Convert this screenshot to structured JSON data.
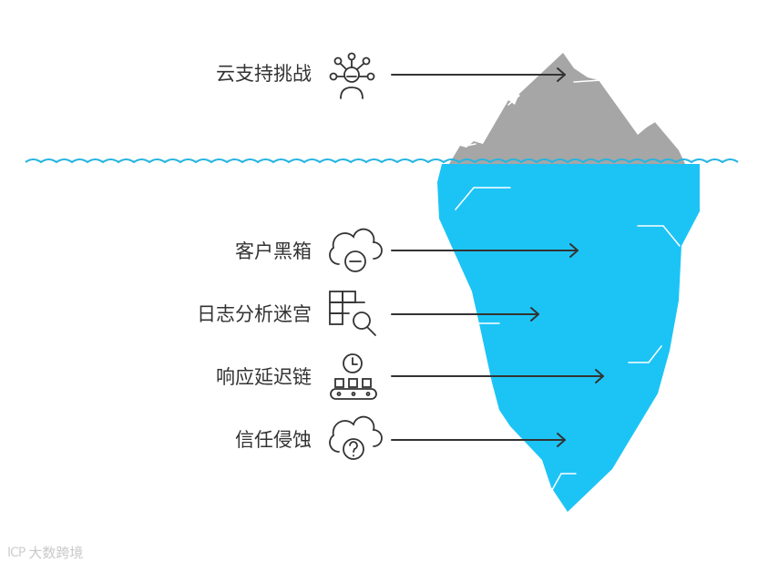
{
  "diagram": {
    "items": [
      {
        "label": "云支持挑战",
        "icon": "people-network-icon"
      },
      {
        "label": "客户黑箱",
        "icon": "cloud-minus-icon"
      },
      {
        "label": "日志分析迷宫",
        "icon": "maze-search-icon"
      },
      {
        "label": "响应延迟链",
        "icon": "clock-conveyor-icon"
      },
      {
        "label": "信任侵蚀",
        "icon": "cloud-question-icon"
      }
    ]
  },
  "watermark": {
    "logo": "ICP",
    "text": "大数跨境"
  },
  "colors": {
    "water": "#1cc4f5",
    "rock": "#a6a6a6",
    "wave": "#25b5e0",
    "ink": "#333333"
  }
}
